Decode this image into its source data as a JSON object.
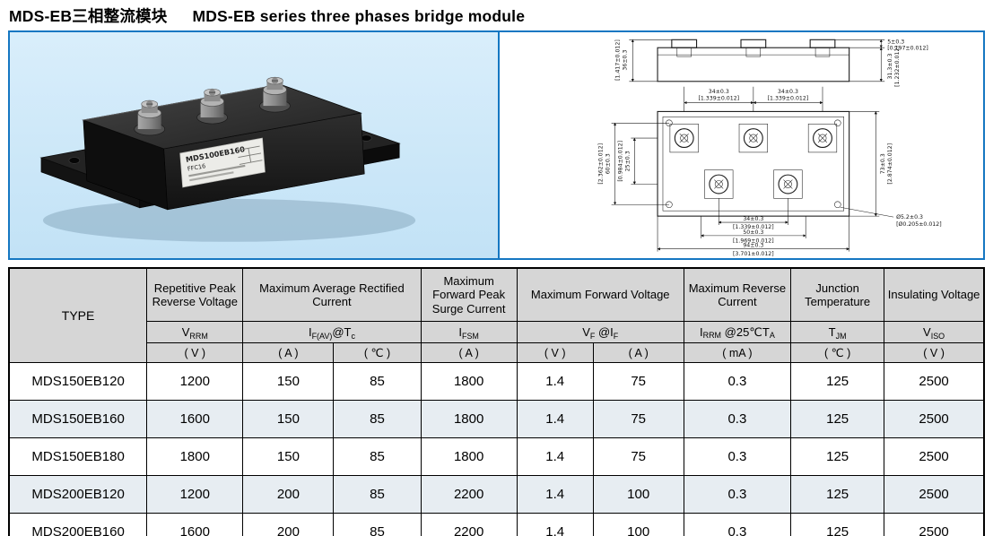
{
  "page": {
    "title_zh": "MDS-EB三相整流模块",
    "title_en": "MDS-EB series three phases bridge module"
  },
  "photo": {
    "label_line1": "MDS100EB160",
    "label_line2": "FFC16"
  },
  "drawing": {
    "side_view": {
      "total_height": {
        "mm": "36±0.3",
        "in": "[1.417±0.012]"
      },
      "terminal_height": {
        "mm": "5±0.3",
        "in": "[0.197±0.012]"
      },
      "body_height": {
        "mm": "31.3±0.3",
        "in": "[1.232±0.012]"
      }
    },
    "front_view": {
      "pitch_left": {
        "mm": "34±0.3",
        "in": "[1.339±0.012]"
      },
      "pitch_right": {
        "mm": "34±0.3",
        "in": "[1.339±0.012]"
      },
      "hole_span_v": {
        "mm": "60±0.3",
        "in": "[2.362±0.012]"
      },
      "row_gap": {
        "mm": "25±0.3",
        "in": "[0.984±0.012]"
      },
      "overall_height": {
        "mm": "73±0.3",
        "in": "[2.874±0.012]"
      },
      "bottom_pitch": {
        "mm": "34±0.3",
        "in": "[1.339±0.012]"
      },
      "bottom_span": {
        "mm": "50±0.3",
        "in": "[1.969±0.012]"
      },
      "overall_width": {
        "mm": "94±0.3",
        "in": "[3.701±0.012]"
      },
      "hole_dia": {
        "mm": "Ø5.2±0.3",
        "in": "[Ø0.205±0.012]"
      }
    }
  },
  "table": {
    "type_label": "TYPE",
    "groups": [
      {
        "label": "Repetitive Peak Reverse Voltage"
      },
      {
        "label": "Maximum Average Rectified Current"
      },
      {
        "label": "Maximum Forward Peak Surge Current"
      },
      {
        "label": "Maximum Forward Voltage"
      },
      {
        "label": "Maximum Reverse Current"
      },
      {
        "label": "Junction Temperature"
      },
      {
        "label": "Insulating Voltage"
      }
    ],
    "symbols": [
      {
        "parts": [
          {
            "t": "V"
          },
          {
            "t": "RRM",
            "sub": 1
          }
        ]
      },
      {
        "parts": [
          {
            "t": "I"
          },
          {
            "t": "F(AV)",
            "sub": 1
          },
          {
            "t": "@T"
          },
          {
            "t": "c",
            "sub": 1
          }
        ]
      },
      {
        "parts": [
          {
            "t": "I"
          },
          {
            "t": "FSM",
            "sub": 1
          }
        ]
      },
      {
        "parts": [
          {
            "t": "V"
          },
          {
            "t": "F",
            "sub": 1
          },
          {
            "t": " @I"
          },
          {
            "t": "F",
            "sub": 1
          }
        ]
      },
      {
        "parts": [
          {
            "t": "I"
          },
          {
            "t": "RRM",
            "sub": 1
          },
          {
            "t": " @25℃T"
          },
          {
            "t": "A",
            "sub": 1
          }
        ]
      },
      {
        "parts": [
          {
            "t": "T"
          },
          {
            "t": "JM",
            "sub": 1
          }
        ]
      },
      {
        "parts": [
          {
            "t": "V"
          },
          {
            "t": "ISO",
            "sub": 1
          }
        ]
      }
    ],
    "units": [
      "( V )",
      "( A )",
      "( ℃ )",
      "( A )",
      "( V )",
      "( A )",
      "( mA )",
      "( ℃ )",
      "( V )"
    ],
    "rows": [
      {
        "type": "MDS150EB120",
        "values": [
          "1200",
          "150",
          "85",
          "1800",
          "1.4",
          "75",
          "0.3",
          "125",
          "2500"
        ]
      },
      {
        "type": "MDS150EB160",
        "values": [
          "1600",
          "150",
          "85",
          "1800",
          "1.4",
          "75",
          "0.3",
          "125",
          "2500"
        ]
      },
      {
        "type": "MDS150EB180",
        "values": [
          "1800",
          "150",
          "85",
          "1800",
          "1.4",
          "75",
          "0.3",
          "125",
          "2500"
        ]
      },
      {
        "type": "MDS200EB120",
        "values": [
          "1200",
          "200",
          "85",
          "2200",
          "1.4",
          "100",
          "0.3",
          "125",
          "2500"
        ]
      },
      {
        "type": "MDS200EB160",
        "values": [
          "1600",
          "200",
          "85",
          "2200",
          "1.4",
          "100",
          "0.3",
          "125",
          "2500"
        ]
      }
    ]
  }
}
